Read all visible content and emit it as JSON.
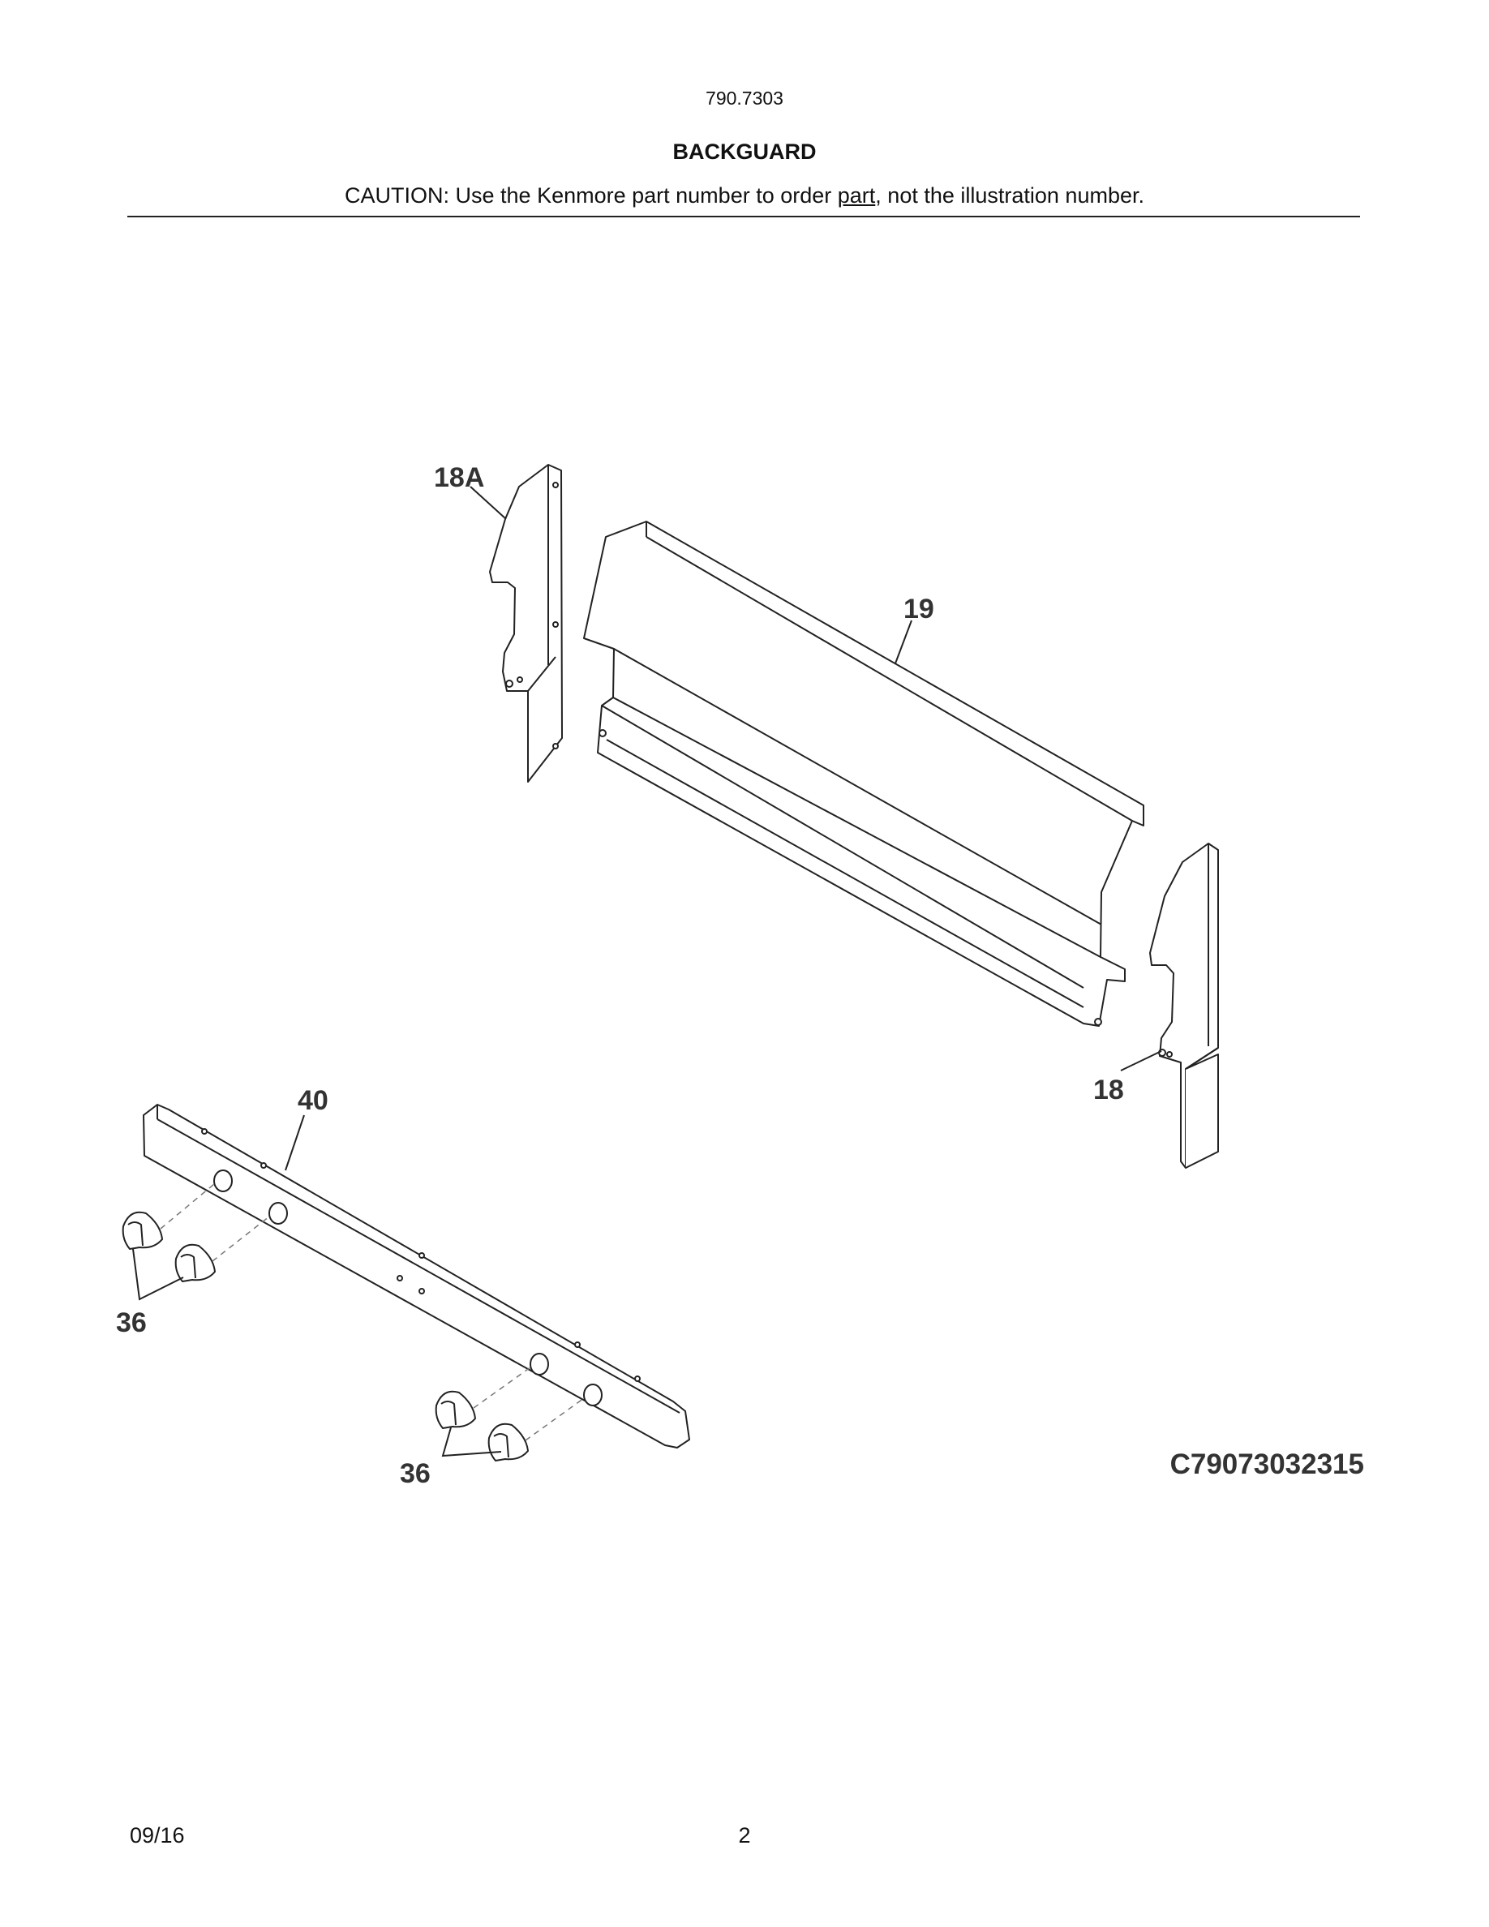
{
  "header": {
    "model": "790.7303",
    "title": "BACKGUARD",
    "caution_before": "CAUTION: Use the Kenmore part number to order ",
    "caution_link": "part",
    "caution_after": ", not the illustration number."
  },
  "diagram": {
    "callouts": {
      "side_left": "18A",
      "backguard": "19",
      "side_right": "18",
      "manifold_panel": "40",
      "knobs_left": "36",
      "knobs_bottom": "36"
    },
    "figure_code": "C79073032315"
  },
  "footer": {
    "date": "09/16",
    "page": "2"
  }
}
